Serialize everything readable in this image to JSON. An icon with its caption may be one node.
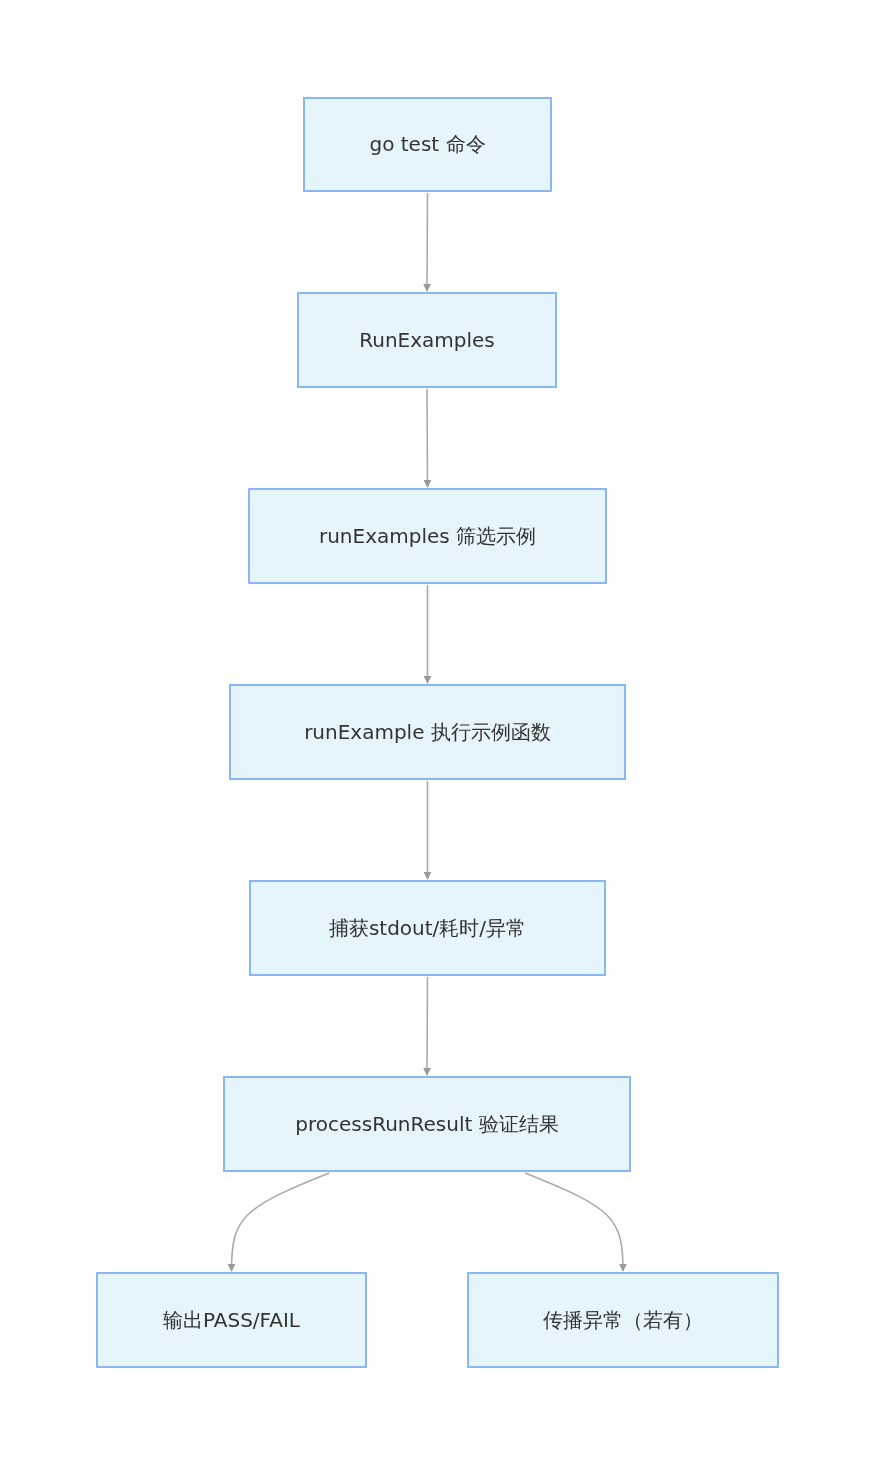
{
  "diagram": {
    "nodes": [
      {
        "text": [
          "go test 命令"
        ]
      },
      {
        "text": [
          "RunExamples"
        ]
      },
      {
        "text": [
          "runExamples 筛选示例"
        ]
      },
      {
        "text": [
          "runExample 执行示例函数"
        ]
      },
      {
        "text": [
          "捕获stdout/耗时/异常"
        ]
      },
      {
        "text": [
          "processRunResult 验证结果"
        ]
      },
      {
        "text": [
          "输出PASS/FAIL"
        ]
      },
      {
        "text": [
          "传播异常（若有）"
        ]
      }
    ],
    "edges": [
      {
        "from": 0,
        "to": 1,
        "arrow": "to"
      },
      {
        "from": 1,
        "to": 2,
        "arrow": "to"
      },
      {
        "from": 2,
        "to": 3,
        "arrow": "to"
      },
      {
        "from": 3,
        "to": 4,
        "arrow": "to"
      },
      {
        "from": 4,
        "to": 5,
        "arrow": "to"
      },
      {
        "from": 5,
        "to": 6,
        "arrow": "to"
      },
      {
        "from": 5,
        "to": 7,
        "arrow": "to"
      }
    ]
  }
}
